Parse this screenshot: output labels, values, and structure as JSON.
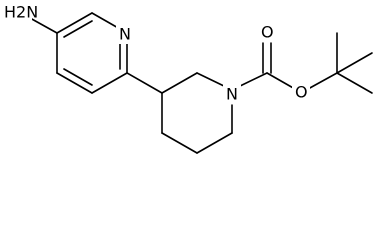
{
  "figure": {
    "background": "#ffffff",
    "bond_color": "#000000",
    "atom_labels": [
      {
        "id": "label-nh2",
        "text": "H2N"
      },
      {
        "id": "label-pyridine-n",
        "text": "N"
      },
      {
        "id": "label-piperidine-n",
        "text": "N"
      },
      {
        "id": "label-ester-o",
        "text": "O"
      },
      {
        "id": "label-carbonyl-o",
        "text": "O"
      }
    ]
  }
}
